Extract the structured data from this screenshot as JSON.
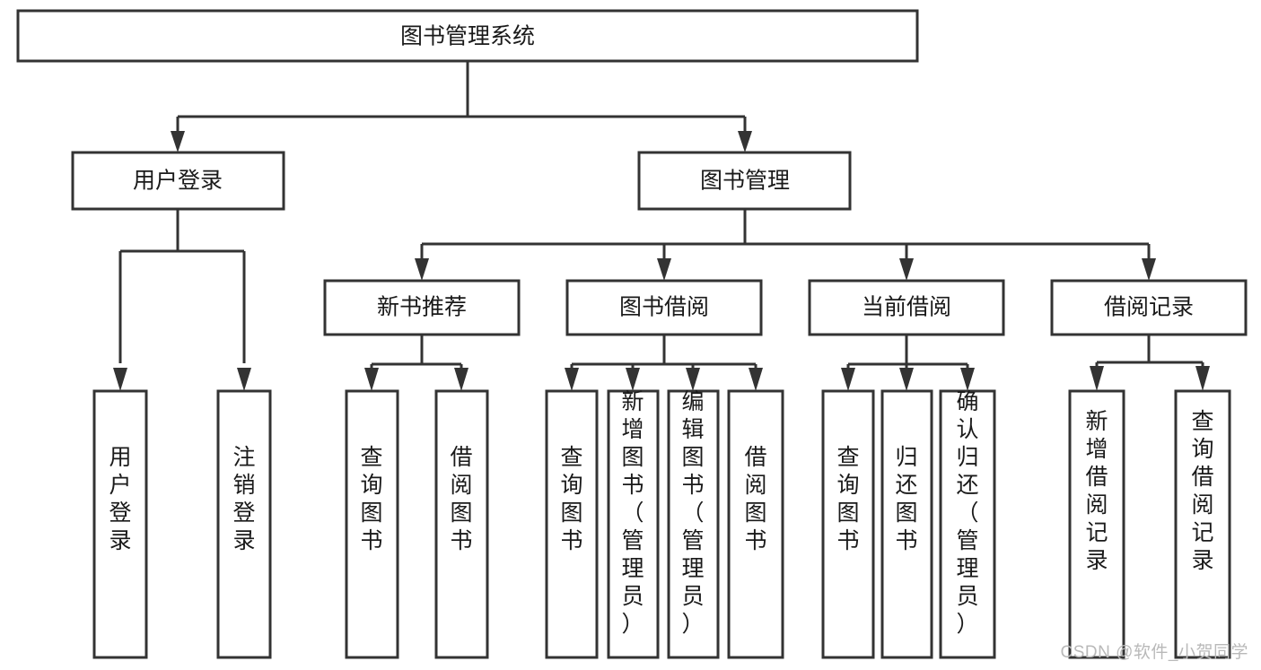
{
  "diagram": {
    "type": "tree-hierarchy-chart",
    "title": "图书管理系统",
    "orientation": "top-down",
    "colors": {
      "box_fill": "#ffffff",
      "box_stroke": "#333333",
      "text": "#1a1a1a",
      "background": "#ffffff",
      "watermark": "#b9b9b9"
    },
    "levels": [
      {
        "level": 1,
        "nodes": [
          {
            "id": "root",
            "label": "图书管理系统",
            "orientation": "horizontal"
          }
        ]
      },
      {
        "level": 2,
        "nodes": [
          {
            "id": "login",
            "label": "用户登录",
            "orientation": "horizontal",
            "parent": "root"
          },
          {
            "id": "bookmgmt",
            "label": "图书管理",
            "orientation": "horizontal",
            "parent": "root"
          }
        ]
      },
      {
        "level": 3,
        "nodes": [
          {
            "id": "newbook",
            "label": "新书推荐",
            "orientation": "horizontal",
            "parent": "bookmgmt"
          },
          {
            "id": "borrow",
            "label": "图书借阅",
            "orientation": "horizontal",
            "parent": "bookmgmt"
          },
          {
            "id": "current",
            "label": "当前借阅",
            "orientation": "horizontal",
            "parent": "bookmgmt"
          },
          {
            "id": "record",
            "label": "借阅记录",
            "orientation": "horizontal",
            "parent": "bookmgmt"
          }
        ]
      },
      {
        "level": 4,
        "nodes": [
          {
            "id": "leaf-user-login",
            "label": "用户登录",
            "orientation": "vertical",
            "parent": "login"
          },
          {
            "id": "leaf-user-logout",
            "label": "注销登录",
            "orientation": "vertical",
            "parent": "login"
          },
          {
            "id": "leaf-query-book-1",
            "label": "查询图书",
            "orientation": "vertical",
            "parent": "newbook"
          },
          {
            "id": "leaf-borrow-book-1",
            "label": "借阅图书",
            "orientation": "vertical",
            "parent": "newbook"
          },
          {
            "id": "leaf-query-book-2",
            "label": "查询图书",
            "orientation": "vertical",
            "parent": "borrow"
          },
          {
            "id": "leaf-add-book",
            "label": "新增图书（管理员）",
            "orientation": "vertical",
            "parent": "borrow"
          },
          {
            "id": "leaf-edit-book",
            "label": "编辑图书（管理员）",
            "orientation": "vertical",
            "parent": "borrow"
          },
          {
            "id": "leaf-borrow-book-2",
            "label": "借阅图书",
            "orientation": "vertical",
            "parent": "borrow"
          },
          {
            "id": "leaf-query-book-3",
            "label": "查询图书",
            "orientation": "vertical",
            "parent": "current"
          },
          {
            "id": "leaf-return-book",
            "label": "归还图书",
            "orientation": "vertical",
            "parent": "current"
          },
          {
            "id": "leaf-confirm-return",
            "label": "确认归还（管理员）",
            "orientation": "vertical",
            "parent": "current"
          },
          {
            "id": "leaf-add-record",
            "label": "新增借阅记录",
            "orientation": "vertical",
            "parent": "record"
          },
          {
            "id": "leaf-query-record",
            "label": "查询借阅记录",
            "orientation": "vertical",
            "parent": "record"
          }
        ]
      }
    ]
  },
  "watermark": {
    "text": "CSDN @软件_小贺同学"
  }
}
